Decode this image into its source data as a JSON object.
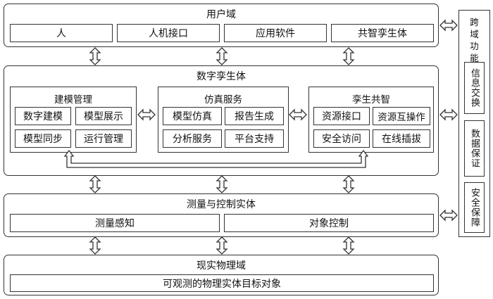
{
  "user_domain": {
    "title": "用户域",
    "items": [
      "人",
      "人机接口",
      "应用软件",
      "共智孪生体"
    ]
  },
  "digital_twin": {
    "title": "数字孪生体",
    "modeling": {
      "title": "建模管理",
      "items": [
        "数字建模",
        "模型展示",
        "模型同步",
        "运行管理"
      ]
    },
    "simulation": {
      "title": "仿真服务",
      "items": [
        "模型仿真",
        "报告生成",
        "分析服务",
        "平台支持"
      ]
    },
    "co_intelligence": {
      "title": "孪生共智",
      "items": [
        "资源接口",
        "资源互操作",
        "安全访问",
        "在线插拔"
      ]
    }
  },
  "measure_control": {
    "title": "测量与控制实体",
    "items": [
      "测量感知",
      "对象控制"
    ]
  },
  "physical_domain": {
    "title": "现实物理域",
    "item": "可观测的物理实体目标对象"
  },
  "cross_domain": {
    "title": "跨域功能实体",
    "items": [
      "信息交换",
      "数据保证",
      "安全保障"
    ]
  }
}
